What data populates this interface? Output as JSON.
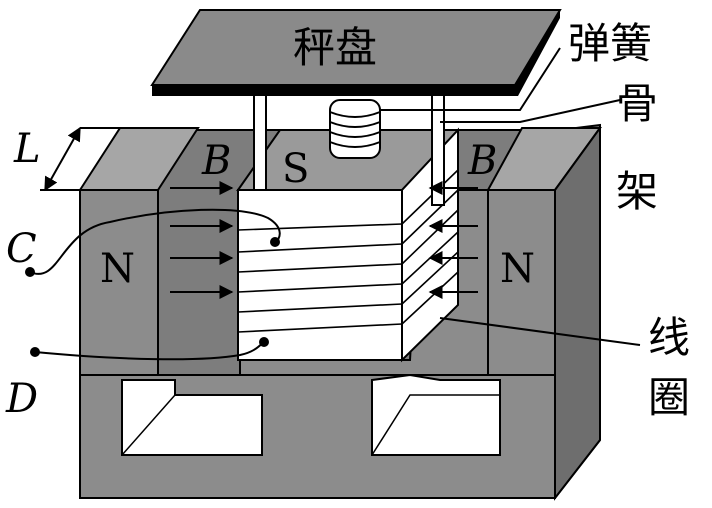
{
  "labels": {
    "pan": "秤盘",
    "spring": "弹簧",
    "frame": "骨架",
    "coil": "线圈",
    "length": "L",
    "field_left": "B",
    "field_right": "B",
    "pole_top": "S",
    "pole_left": "N",
    "pole_right": "N",
    "terminal_c": "C",
    "terminal_d": "D"
  },
  "colors": {
    "magnet_front": "#8c8c8c",
    "magnet_top": "#a6a6a6",
    "magnet_slot": "#ffffff",
    "pan_fill": "#8a8a8a",
    "core_top": "#9a9a9a",
    "core_front": "#ffffff",
    "line": "#000000"
  }
}
